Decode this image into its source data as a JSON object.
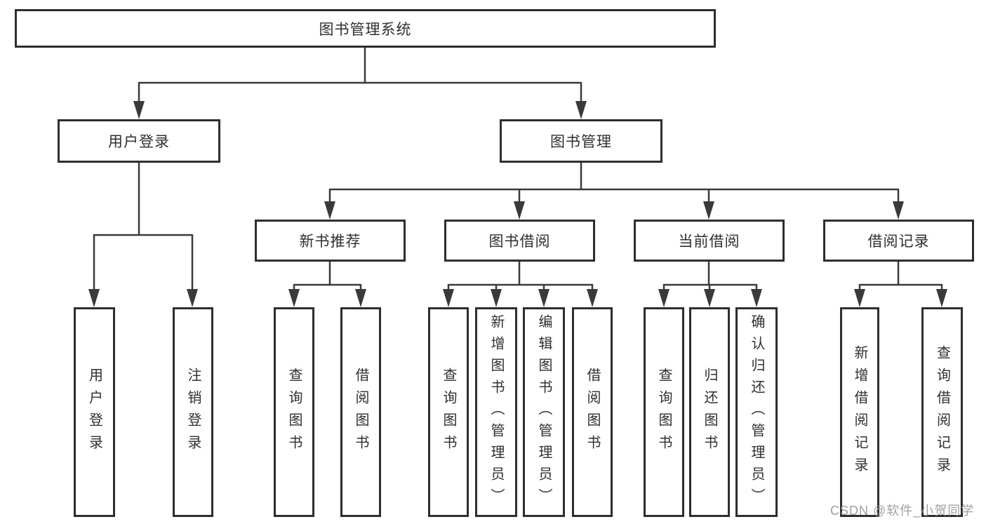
{
  "tree": {
    "root": {
      "label": "图书管理系统"
    },
    "branches": [
      {
        "label": "用户登录",
        "children": [
          "用户登录",
          "注销登录"
        ]
      },
      {
        "label": "图书管理",
        "sections": [
          {
            "label": "新书推荐",
            "children": [
              "查询图书",
              "借阅图书"
            ]
          },
          {
            "label": "图书借阅",
            "children": [
              "查询图书",
              "新增图书（管理员）",
              "编辑图书（管理员）",
              "借阅图书"
            ]
          },
          {
            "label": "当前借阅",
            "children": [
              "查询图书",
              "归还图书",
              "确认归还（管理员）"
            ]
          },
          {
            "label": "借阅记录",
            "children": [
              "新增借阅记录",
              "查询借阅记录"
            ]
          }
        ]
      }
    ]
  },
  "watermark": {
    "text": "CSDN @软件_小贺同学"
  },
  "colors": {
    "line": "#3a3a3a",
    "box_border": "#2e2e2e",
    "text": "#2f2f2f",
    "watermark": "#94949e",
    "background": "#ffffff"
  }
}
